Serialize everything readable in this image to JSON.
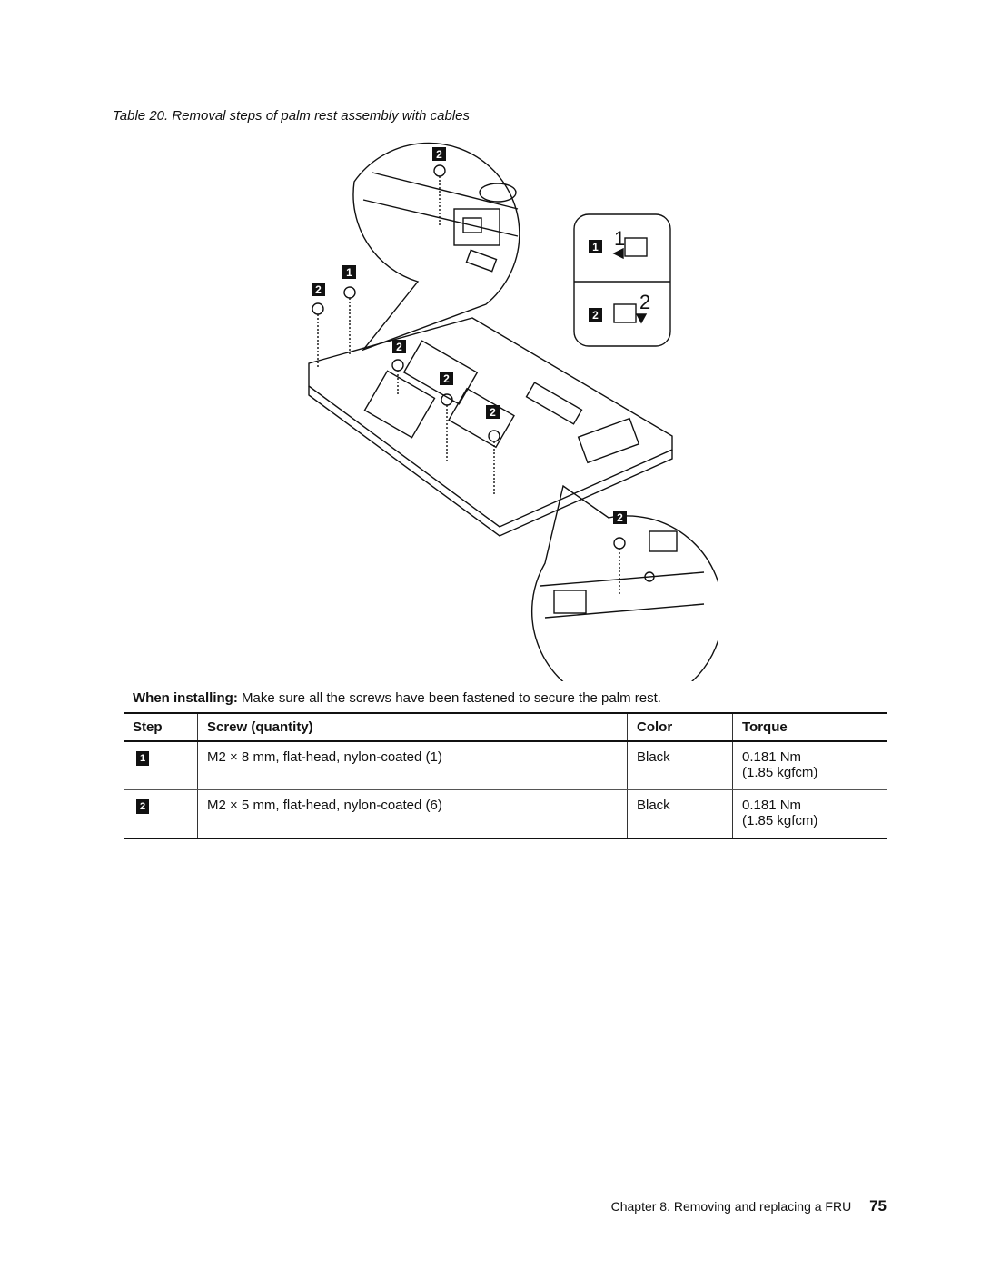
{
  "caption": "Table 20. Removal steps of palm rest assembly with cables",
  "figure": {
    "callouts": [
      "2",
      "1",
      "2",
      "2",
      "2",
      "2",
      "2",
      "1",
      "2"
    ],
    "legend_numbers": [
      "1",
      "2"
    ]
  },
  "note": {
    "bold": "When installing:",
    "text": "Make sure all the screws have been fastened to secure the palm rest."
  },
  "table": {
    "headers": [
      "Step",
      "Screw (quantity)",
      "Color",
      "Torque"
    ],
    "rows": [
      {
        "step": "1",
        "screw": "M2 × 8 mm, flat-head, nylon-coated (1)",
        "color": "Black",
        "torque1": "0.181 Nm",
        "torque2": "(1.85 kgfcm)"
      },
      {
        "step": "2",
        "screw": "M2 × 5 mm, flat-head, nylon-coated (6)",
        "color": "Black",
        "torque1": "0.181 Nm",
        "torque2": "(1.85 kgfcm)"
      }
    ]
  },
  "footer": {
    "chapter": "Chapter 8. Removing and replacing a FRU",
    "page": "75"
  }
}
